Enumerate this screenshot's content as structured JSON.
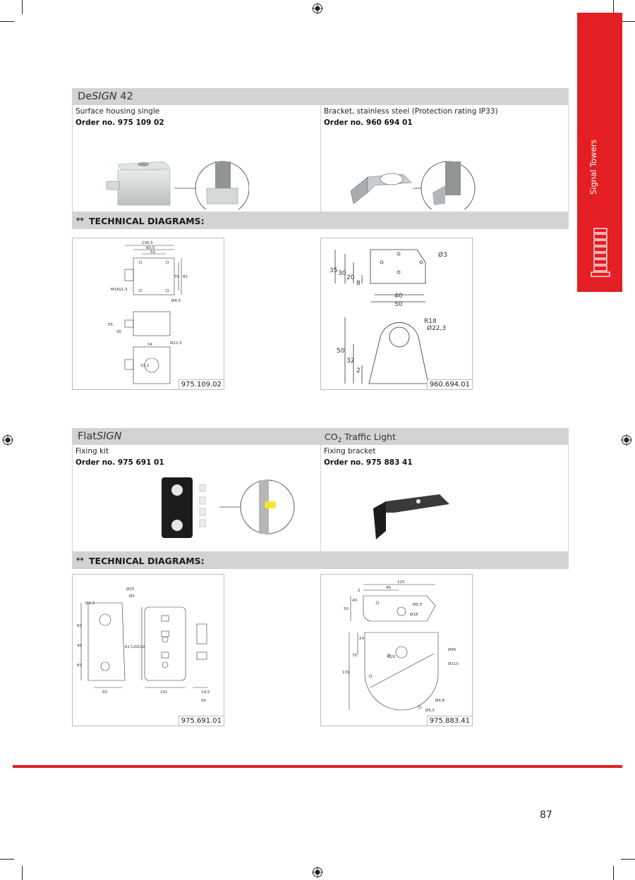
{
  "side_tab": {
    "label": "Signal Towers",
    "color": "#e31e24"
  },
  "sections": [
    {
      "header_left_plain": "De",
      "header_left_italic": "SIGN",
      "header_left_after": " 42",
      "header_right_main": "",
      "header_right_sub": "",
      "header_right_after": "",
      "left": {
        "desc": "Surface housing single",
        "order": "Order no. 975 109 02"
      },
      "right": {
        "desc": "Bracket, stainless steel (Protection rating IP33)",
        "order": "Order no. 960 694 01"
      },
      "tech_label": "TECHNICAL DIAGRAMS:",
      "tech_arrow": "↔",
      "diagram_left_code": "975.109.02",
      "diagram_right_code": "960.694.01"
    },
    {
      "header_left_plain": "Flat",
      "header_left_italic": "SIGN",
      "header_left_after": "",
      "header_right_main": "CO",
      "header_right_sub": "2",
      "header_right_after": " Traffic Light",
      "left": {
        "desc": "Fixing kit",
        "order": "Order no. 975 691 01"
      },
      "right": {
        "desc": "Fixing bracket",
        "order": "Order no. 975 883 41"
      },
      "tech_label": "TECHNICAL DIAGRAMS:",
      "tech_arrow": "↔",
      "diagram_left_code": "975.691.01",
      "diagram_right_code": "975.883.41"
    }
  ],
  "dims": {
    "d1": [
      "106,5",
      "80,5",
      "50",
      "70",
      "82",
      "M16x1,5",
      "Ø4,5",
      "55",
      "30",
      "34",
      "Ø22,3",
      "33,2"
    ],
    "d2": [
      "Ø3",
      "35",
      "30",
      "20",
      "8",
      "40",
      "50",
      "R18",
      "Ø22,3",
      "50",
      "32",
      "2"
    ],
    "d3": [
      "Ø25",
      "Ø5",
      "Ø3,3",
      "60",
      "40",
      "60",
      "62",
      "120",
      "192",
      "60",
      "101",
      "19,5",
      "50"
    ],
    "d4": [
      "125",
      "45",
      "2",
      "40",
      "50",
      "Ø5,5",
      "Ø18",
      "29",
      "75",
      "Ø95",
      "Ø110",
      "Ø20",
      "139",
      "Ø4,8",
      "Ø5,5"
    ]
  },
  "page_number": "87",
  "accent_color": "#e31e24"
}
